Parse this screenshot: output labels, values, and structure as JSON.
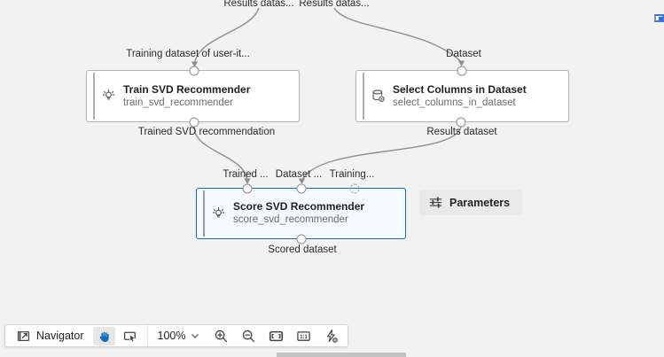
{
  "colors": {
    "canvas_bg": "#f2f2f2",
    "node_border": "#b3b3b3",
    "node_bg": "#ffffff",
    "selected_node_border": "#0f6cbd",
    "selected_node_bg": "#f4f9fd",
    "edge": "#8f8f8f",
    "accent_blue": "#0f6cbd",
    "toolbar_bg": "#ffffff",
    "context_button_bg": "#e9e9e9",
    "scrollbar_thumb": "#c2c2c2"
  },
  "upstream_ports": [
    {
      "label": "Results datas..."
    },
    {
      "label": "Results datas..."
    }
  ],
  "nodes": [
    {
      "title": "Train SVD Recommender",
      "name": "train_svd_recommender",
      "icon": "bulb-sparkle-icon",
      "input_label": "Training dataset of user-it...",
      "output_label": "Trained SVD recommendation"
    },
    {
      "title": "Select Columns in Dataset",
      "name": "select_columns_in_dataset",
      "icon": "database-gear-icon",
      "input_label": "Dataset",
      "output_label": "Results dataset"
    },
    {
      "title": "Score SVD Recommender",
      "name": "score_svd_recommender",
      "icon": "bulb-sparkle-icon",
      "selected": true,
      "input_labels": [
        "Trained ...",
        "Dataset ...",
        "Training..."
      ],
      "output_label": "Scored dataset"
    }
  ],
  "context_button": {
    "label": "Parameters",
    "icon": "sliders-icon"
  },
  "toolbar": {
    "navigator": {
      "label": "Navigator",
      "icon": "navigator-icon"
    },
    "tools": [
      {
        "icon": "hand-icon",
        "active": true
      },
      {
        "icon": "select-cursor-icon",
        "active": false
      }
    ],
    "zoom": {
      "level": "100%",
      "icon": "chevron-down-icon"
    },
    "actions": [
      {
        "icon": "zoom-in-icon"
      },
      {
        "icon": "zoom-out-icon"
      },
      {
        "icon": "fit-to-screen-icon"
      },
      {
        "icon": "actual-size-icon",
        "label": "1:1"
      },
      {
        "icon": "auto-layout-icon"
      }
    ]
  }
}
